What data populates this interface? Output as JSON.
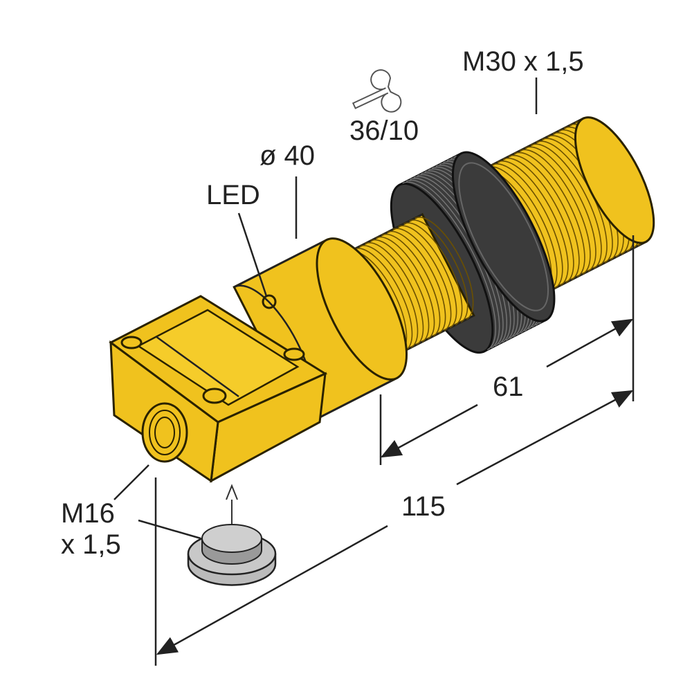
{
  "labels": {
    "thread_front": "M30 x 1,5",
    "wrench_size": "36/10",
    "diameter": "ø 40",
    "led": "LED",
    "dim_61": "61",
    "dim_115": "115",
    "thread_rear_1": "M16",
    "thread_rear_2": "x 1,5"
  },
  "colors": {
    "housing": "#f0c21e",
    "nut": "#3b3b3b",
    "line": "#222222"
  }
}
